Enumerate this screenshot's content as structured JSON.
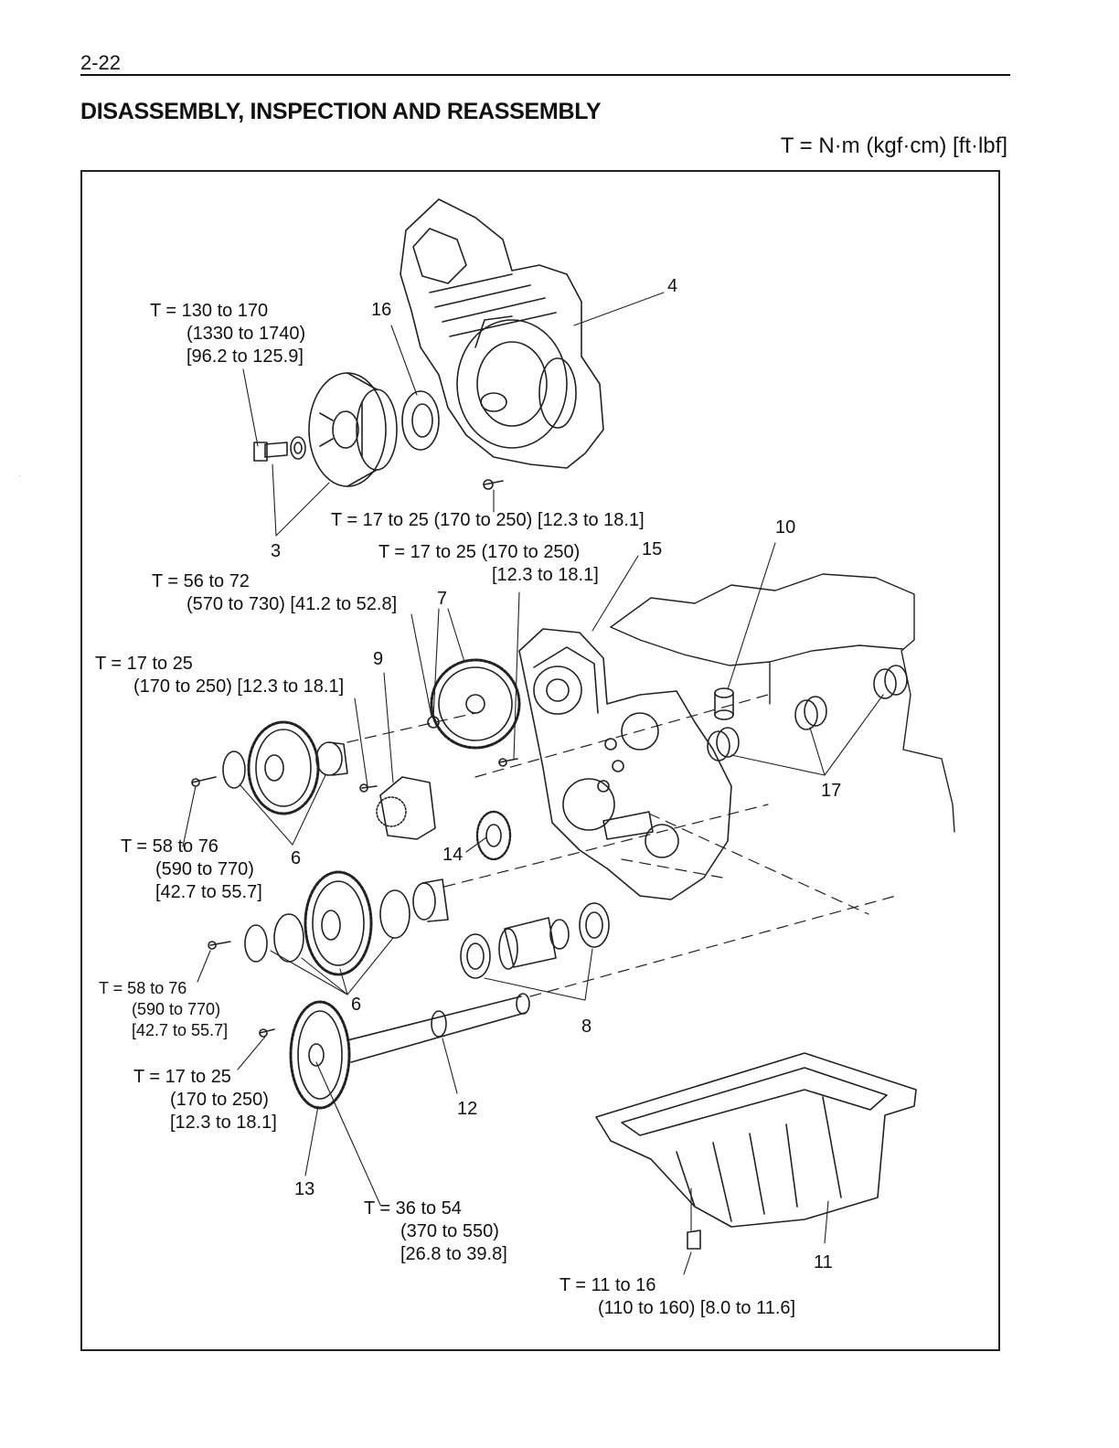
{
  "header": {
    "page_number": "2-22",
    "title": "DISASSEMBLY, INSPECTION AND REASSEMBLY",
    "torque_units": "T = N·m (kgf·cm) [ft·lbf]"
  },
  "torque_specs": [
    {
      "id": "t1",
      "lines": [
        "T = 130 to 170",
        "(1330 to 1740)",
        "[96.2 to 125.9]"
      ]
    },
    {
      "id": "t2",
      "lines": [
        "T = 17 to 25 (170 to 250) [12.3 to 18.1]"
      ]
    },
    {
      "id": "t3",
      "lines": [
        "T = 17 to 25 (170 to 250)",
        "[12.3 to 18.1]"
      ]
    },
    {
      "id": "t4",
      "lines": [
        "T = 56 to 72",
        "(570 to 730) [41.2 to 52.8]"
      ]
    },
    {
      "id": "t5",
      "lines": [
        "T = 17 to 25",
        "(170 to 250) [12.3 to 18.1]"
      ]
    },
    {
      "id": "t6",
      "lines": [
        "T = 58 to 76",
        "(590 to 770)",
        "[42.7 to 55.7]"
      ]
    },
    {
      "id": "t7",
      "lines": [
        "T = 58 to 76",
        "(590 to 770)",
        "[42.7 to 55.7]"
      ]
    },
    {
      "id": "t8",
      "lines": [
        "T = 17 to 25",
        "(170 to 250)",
        "[12.3 to 18.1]"
      ]
    },
    {
      "id": "t9",
      "lines": [
        "T = 36 to 54",
        "(370 to 550)",
        "[26.8 to 39.8]"
      ]
    },
    {
      "id": "t10",
      "lines": [
        "T = 11 to 16",
        "(110 to 160) [8.0 to 11.6]"
      ]
    }
  ],
  "part_numbers": {
    "p3": "3",
    "p4": "4",
    "p6a": "6",
    "p6b": "6",
    "p7": "7",
    "p8": "8",
    "p9": "9",
    "p10": "10",
    "p11": "11",
    "p12": "12",
    "p13": "13",
    "p14": "14",
    "p15": "15",
    "p16": "16",
    "p17": "17"
  }
}
